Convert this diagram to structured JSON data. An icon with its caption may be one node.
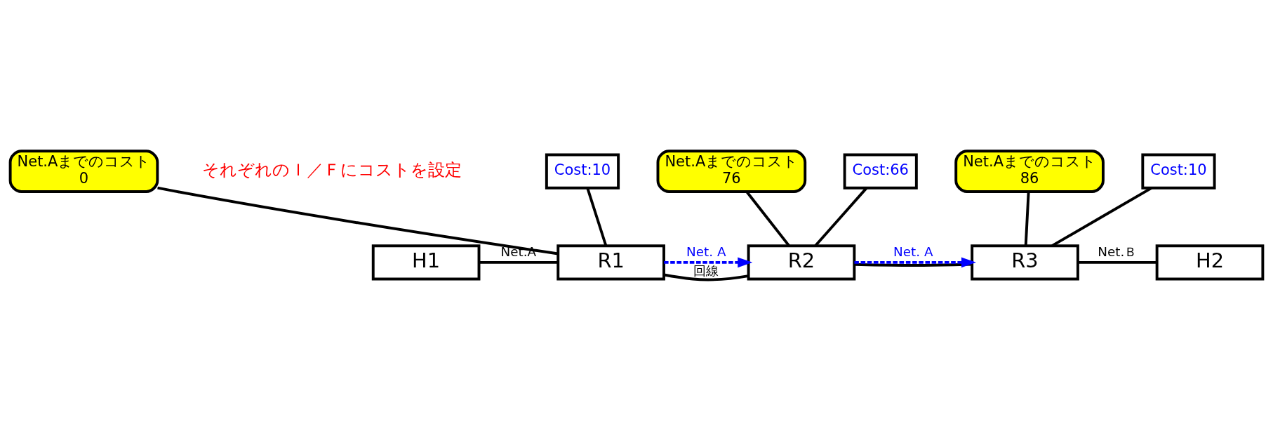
{
  "diagram": {
    "nodes": [
      {
        "text": [
          "Net.Aまでのコスト",
          "0"
        ]
      },
      {
        "text": [
          "Net.Aまでのコスト",
          "76"
        ]
      },
      {
        "text": [
          "Net.Aまでのコスト",
          "86"
        ]
      },
      {
        "text": [
          "H1"
        ]
      },
      {
        "text": [
          "R1"
        ]
      },
      {
        "text": [
          "R2"
        ]
      },
      {
        "text": [
          "R3"
        ]
      },
      {
        "text": [
          "H2"
        ]
      },
      {
        "text": [
          "Cost:10"
        ]
      },
      {
        "text": [
          "Cost:66"
        ]
      },
      {
        "text": [
          "Cost:10"
        ]
      }
    ],
    "edges": [
      {
        "from": 3,
        "to": 4,
        "arrow": "none",
        "label": "Net.A"
      },
      {
        "from": 4,
        "to": 5,
        "arrow": "none",
        "label": "回線"
      },
      {
        "from": 5,
        "to": 6,
        "arrow": "none"
      },
      {
        "from": 6,
        "to": 7,
        "arrow": "none",
        "label": "Net.Ｂ"
      },
      {
        "from": 4,
        "to": 5,
        "arrow": "to",
        "label": "Net. A",
        "style": "dashed",
        "color": "#0000ff"
      },
      {
        "from": 5,
        "to": 6,
        "arrow": "to",
        "label": "Net. A",
        "style": "dashed",
        "color": "#0000ff"
      },
      {
        "from": 0,
        "to": 4,
        "arrow": "none"
      },
      {
        "from": 1,
        "to": 5,
        "arrow": "none"
      },
      {
        "from": 2,
        "to": 6,
        "arrow": "none"
      },
      {
        "from": 8,
        "to": 4,
        "arrow": "none"
      },
      {
        "from": 9,
        "to": 5,
        "arrow": "none"
      },
      {
        "from": 10,
        "to": 6,
        "arrow": "none"
      }
    ],
    "labels": [
      "それぞれのＩ／Ｆにコストを設定"
    ]
  }
}
